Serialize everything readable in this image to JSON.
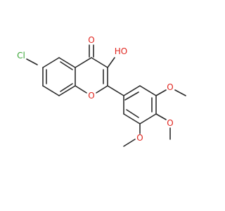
{
  "structure": {
    "colors": {
      "bond": "#2b2b2b",
      "oxygen": "#e0241d",
      "chlorine": "#3aa636"
    },
    "labels": {
      "chloro": "Cl",
      "carbonyl_o": "O",
      "hydroxyl": "HO",
      "ring_o": "O",
      "methoxy_top_o": "O",
      "methoxy_mid_o": "O",
      "methoxy_bottom_o": "O"
    }
  }
}
